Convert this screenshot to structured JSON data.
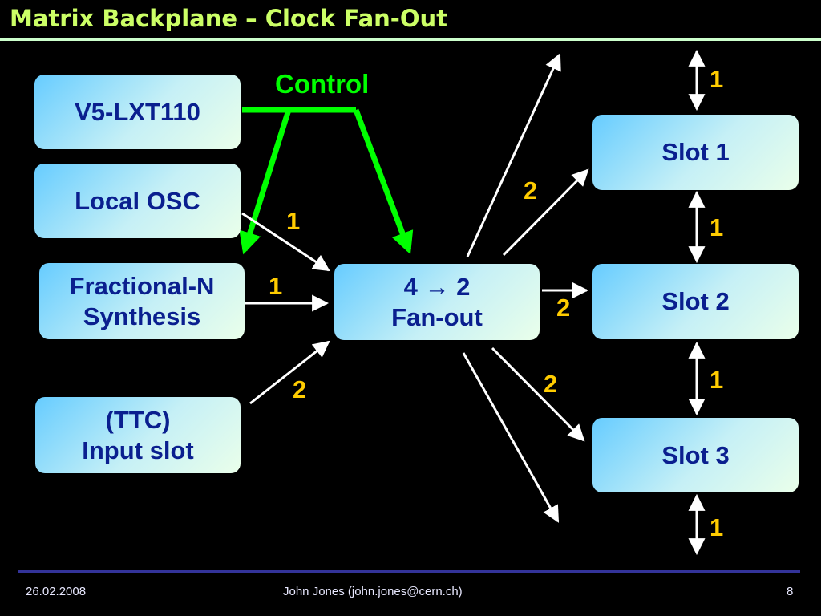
{
  "slide": {
    "title": "Matrix Backplane – Clock Fan-Out",
    "footer": {
      "date": "26.02.2008",
      "author": "John Jones (john.jones@cern.ch)",
      "page": "8"
    }
  },
  "diagram": {
    "control_label": "Control",
    "sources": {
      "v5": "V5-LXT110",
      "local_osc": "Local OSC",
      "fractional_line1": "Fractional-N",
      "fractional_line2": "Synthesis",
      "ttc_line1": "(TTC)",
      "ttc_line2": "Input slot"
    },
    "fanout": {
      "line1": "4 → 2",
      "line2": "Fan-out"
    },
    "slots": {
      "slot1": "Slot 1",
      "slot2": "Slot 2",
      "slot3": "Slot 3"
    },
    "labels": {
      "local_osc_to_fanout": "1",
      "fractional_to_fanout": "1",
      "ttc_to_fanout": "2",
      "fanout_to_slot1": "2",
      "fanout_to_slot2": "2",
      "fanout_to_slot3": "2",
      "above_slot1": "1",
      "slot1_to_slot2": "1",
      "slot2_to_slot3": "1",
      "below_slot3": "1"
    },
    "colors": {
      "box_text": "#0a1f8f",
      "number": "#ffcc00",
      "control": "#00ff00",
      "title": "#ccff66",
      "arrow": "#ffffff"
    }
  }
}
